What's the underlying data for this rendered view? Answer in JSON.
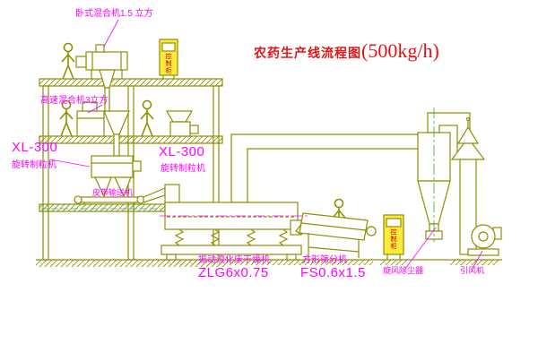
{
  "title": {
    "main": "农药生产线流程图",
    "capacity": "(500kg/h)"
  },
  "labels": {
    "top_mixer": "卧式混合机1.5 立方",
    "high_speed_mixer": "高速混合机3立方",
    "granulator_left": {
      "model": "XL-300",
      "name": "旋转制粒机"
    },
    "granulator_right": {
      "model": "XL-300",
      "name": "旋转制粒机"
    },
    "belt_conveyor": "皮带输送机",
    "dryer": {
      "name": "振动流化床干燥机",
      "model": "ZLG6x0.75"
    },
    "sieve": {
      "name": "方形筛分机",
      "model": "FS0.6x1.5"
    },
    "cyclone": "旋风除尘器",
    "fan": "引风机",
    "control_cabinet": "控制柜"
  },
  "colors": {
    "line": "#8f8f00",
    "label": "#ff00ff",
    "title": "#e41414",
    "cabinet_fill": "#ffe93d",
    "cabinet_text": "#cc0000",
    "background": "#ffffff"
  }
}
